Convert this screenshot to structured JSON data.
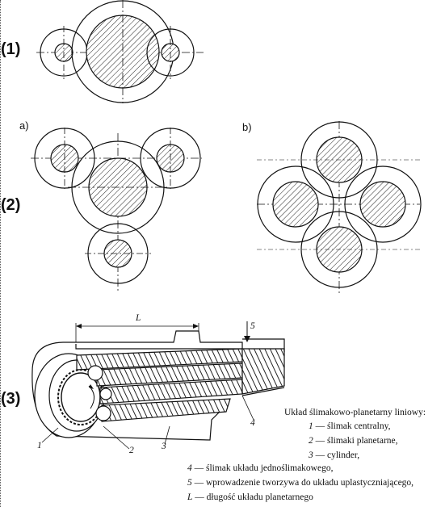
{
  "sections": {
    "s1": "(1)",
    "s2": "(2)",
    "s3": "(3)",
    "s2a": "a)",
    "s2b": "b)"
  },
  "callouts": {
    "L": "L",
    "n1": "1",
    "n2": "2",
    "n3": "3",
    "n4": "4",
    "n5": "5"
  },
  "legend": {
    "title": "Układ ślimakowo-planetarny liniowy:",
    "items": [
      {
        "num": "1",
        "text": "— ślimak centralny,"
      },
      {
        "num": "2",
        "text": "— ślimaki planetarne,"
      },
      {
        "num": "3",
        "text": "— cylinder,"
      },
      {
        "num": "4",
        "text": "— ślimak układu jednoślimakowego,"
      },
      {
        "num": "5",
        "text": "— wprowadzenie tworzywa do układu uplastyczniającego,"
      },
      {
        "num": "L",
        "text": "— długość układu planetarnego"
      }
    ]
  },
  "colors": {
    "stroke": "#111111",
    "hatch": "#222222",
    "background": "#ffffff"
  }
}
